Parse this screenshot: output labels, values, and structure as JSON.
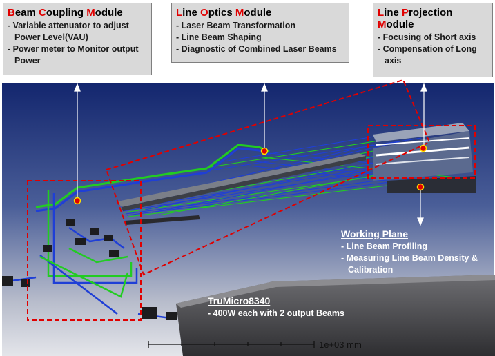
{
  "beam_coupling": {
    "title_parts": [
      {
        "t": "B",
        "cap": true
      },
      {
        "t": "eam ",
        "cap": false
      },
      {
        "t": "C",
        "cap": true
      },
      {
        "t": "oupling ",
        "cap": false
      },
      {
        "t": "M",
        "cap": true
      },
      {
        "t": "odule",
        "cap": false
      }
    ],
    "items": [
      "- Variable attenuator to adjust Power Level(VAU)",
      "- Power meter to Monitor output Power"
    ]
  },
  "line_optics": {
    "title_parts": [
      {
        "t": "L",
        "cap": true
      },
      {
        "t": "ine ",
        "cap": false
      },
      {
        "t": "O",
        "cap": true
      },
      {
        "t": "ptics ",
        "cap": false
      },
      {
        "t": "M",
        "cap": true
      },
      {
        "t": "odule",
        "cap": false
      }
    ],
    "items": [
      "- Laser Beam Transformation",
      "- Line Beam Shaping",
      "- Diagnostic of Combined Laser Beams"
    ]
  },
  "line_projection": {
    "title_parts": [
      {
        "t": "L",
        "cap": true
      },
      {
        "t": "ine ",
        "cap": false
      },
      {
        "t": "P",
        "cap": true
      },
      {
        "t": "rojection ",
        "cap": false
      },
      {
        "t": "M",
        "cap": true
      },
      {
        "t": "odule",
        "cap": false
      }
    ],
    "items": [
      "- Focusing  of Short axis",
      "- Compensation of Long axis"
    ]
  },
  "working_plane": {
    "title": "Working Plane",
    "items": [
      "- Line Beam Profiling",
      "- Measuring Line Beam Density & Calibration"
    ]
  },
  "trumicro": {
    "title": "TruMicro8340",
    "items": [
      "- 400W each with 2 output Beams"
    ]
  },
  "scale_bar": {
    "label": "1e+03 mm"
  },
  "colors": {
    "accent_red": "#e00000",
    "beam_green": "#22cc22",
    "beam_blue": "#1f3fd6",
    "dashed_frame": "#e00000"
  }
}
